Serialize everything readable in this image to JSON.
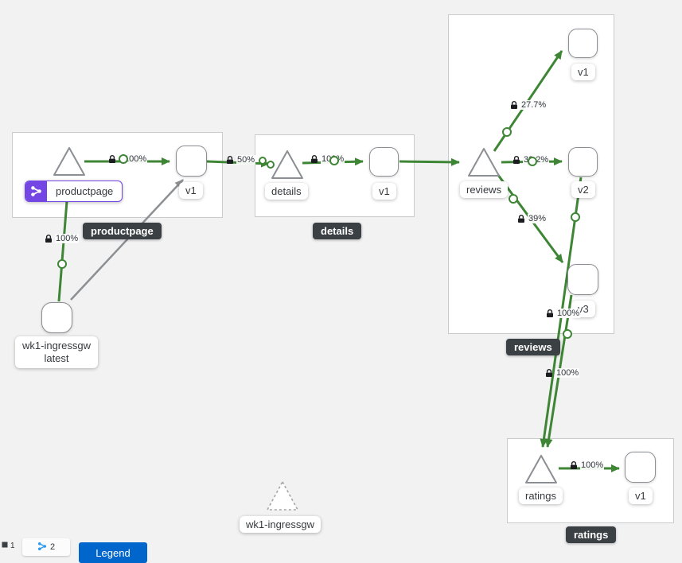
{
  "graph": {
    "groups": {
      "productpage": {
        "badge": "productpage"
      },
      "details": {
        "badge": "details"
      },
      "reviews": {
        "badge": "reviews"
      },
      "ratings": {
        "badge": "ratings"
      }
    },
    "nodes": {
      "pp_app": {
        "label": "productpage"
      },
      "pp_v1": {
        "label": "v1"
      },
      "details_app": {
        "label": "details"
      },
      "details_v1": {
        "label": "v1"
      },
      "reviews_app": {
        "label": "reviews"
      },
      "reviews_v1": {
        "label": "v1"
      },
      "reviews_v2": {
        "label": "v2"
      },
      "reviews_v3": {
        "label": "v3"
      },
      "ratings_app": {
        "label": "ratings"
      },
      "ratings_v1": {
        "label": "v1"
      },
      "ingress_workload": {
        "line1": "wk1-ingressgw",
        "line2": "latest"
      },
      "ingress_service": {
        "label": "wk1-ingressgw"
      }
    },
    "edges": {
      "ingress_to_productpage": {
        "pct": "100%"
      },
      "productpage_to_v1": {
        "pct": "100%"
      },
      "v1_to_details": {
        "pct": "50%"
      },
      "details_to_v1": {
        "pct": "100%"
      },
      "reviews_to_v1": {
        "pct": "27.7%"
      },
      "reviews_to_v2": {
        "pct": "33.2%"
      },
      "reviews_to_v3": {
        "pct": "39%"
      },
      "v3_to_ratings": {
        "pct": "100%"
      },
      "v2_to_ratings": {
        "pct": "100%"
      },
      "ratings_to_v1": {
        "pct": "100%"
      }
    }
  },
  "toolbar": {
    "count1": "1",
    "count2": "2",
    "legend_label": "Legend"
  },
  "colors": {
    "edge_green": "#3e8635",
    "edge_gray": "#8d9092",
    "app_purple": "#7446e4",
    "badge_bg": "#3b4045",
    "legend_blue": "#0066cc"
  }
}
